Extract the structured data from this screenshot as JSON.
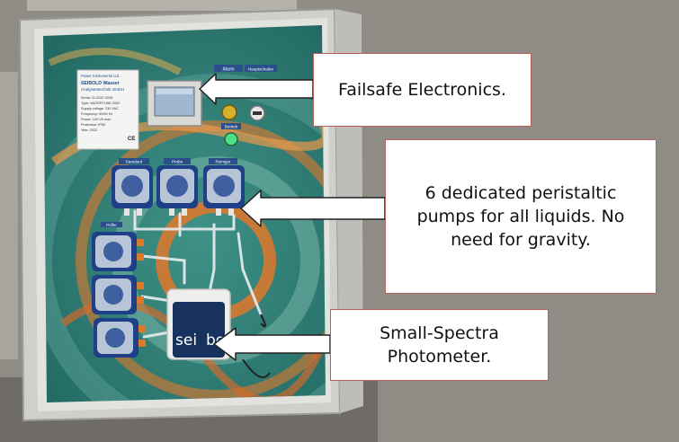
{
  "photo": {
    "label_plate_lines": [
      "Power Instruments Ltd.",
      "SEIBOLD Wasser",
      "Analysentechnik GmbH",
      "Serial: 21-0047-0005",
      "Type: WATERTUNE 2000",
      "Supply voltage: 230 VAC",
      "Frequency: 50/60 Hz",
      "Power: 120 VA max.",
      "Protection: IP65",
      "Year: 2022",
      "CE"
    ],
    "top_labels": [
      "Alarm",
      "Hauptschalter"
    ],
    "status_label": "Betrieb",
    "pump_labels": [
      "Standard",
      "Probe",
      "Reiniger"
    ],
    "side_pump_label": "Puffer",
    "photometer_brand_left": "sei",
    "photometer_brand_right": "bol"
  },
  "callouts": {
    "failsafe": "Failsafe Electronics.",
    "pumps": "6 dedicated peristaltic pumps for all liquids. No need for gravity.",
    "photometer": "Small-Spectra Photometer."
  },
  "colors": {
    "panel_green": "#2f7a73",
    "pump_blue": "#1f3f86",
    "accent_orange": "#e0782b",
    "callout_border": "#b9605a"
  }
}
